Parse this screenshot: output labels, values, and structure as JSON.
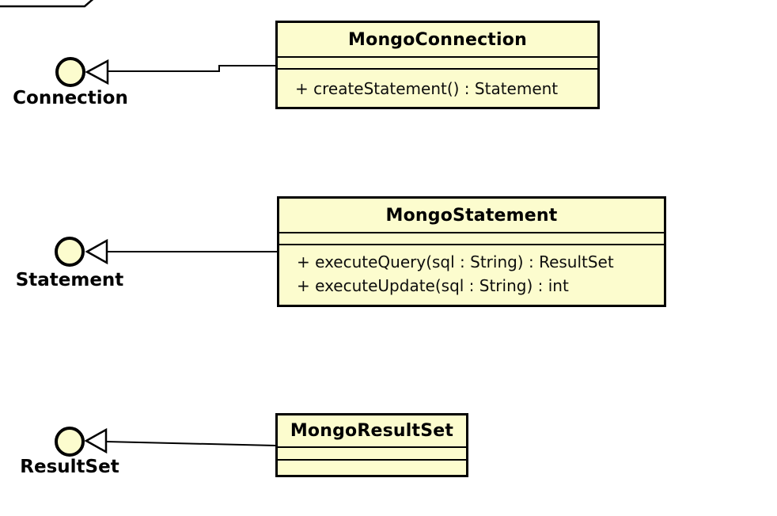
{
  "diagram": {
    "type": "uml-class-diagram",
    "colors": {
      "background": "#FFFFFF",
      "shape_fill": "#FCFCCE",
      "stroke": "#000000"
    },
    "interfaces": [
      {
        "label": "Connection"
      },
      {
        "label": "Statement"
      },
      {
        "label": "ResultSet"
      }
    ],
    "classes": [
      {
        "name": "MongoConnection",
        "methods": [
          "+ createStatement() : Statement"
        ]
      },
      {
        "name": "MongoStatement",
        "methods": [
          "+ executeQuery(sql : String) : ResultSet",
          "+ executeUpdate(sql : String) : int"
        ]
      },
      {
        "name": "MongoResultSet",
        "methods": []
      }
    ],
    "relations": [
      {
        "from": "MongoConnection",
        "to": "Connection",
        "type": "realization"
      },
      {
        "from": "MongoStatement",
        "to": "Statement",
        "type": "realization"
      },
      {
        "from": "MongoResultSet",
        "to": "ResultSet",
        "type": "realization"
      }
    ]
  }
}
